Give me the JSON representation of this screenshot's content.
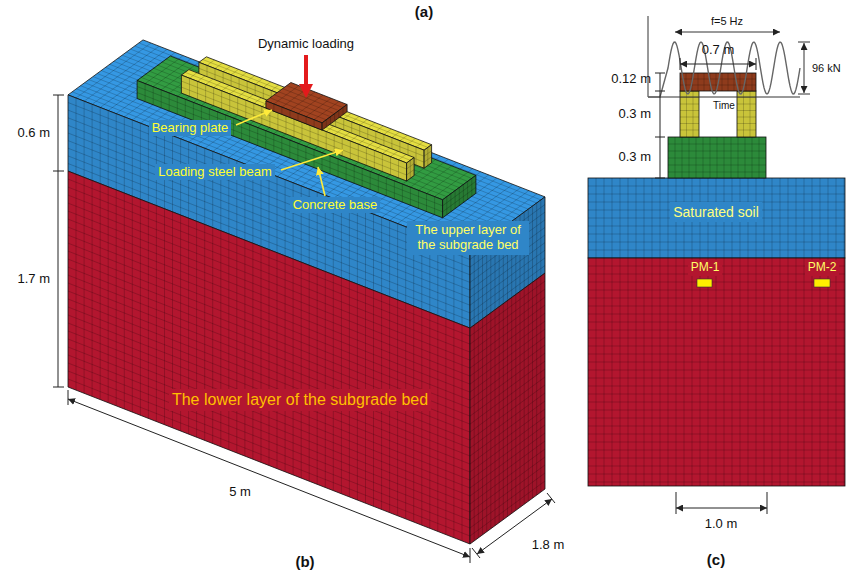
{
  "diagram": {
    "nodes": [
      {
        "text": [
          "The upper layer of the subgrade bed"
        ]
      },
      {
        "text": [
          "The lower layer of the subgrade bed"
        ]
      },
      {
        "text": [
          "Saturated soil"
        ]
      }
    ],
    "labels": [
      "(a)",
      "f=5 Hz",
      "96 kN",
      "Time",
      "Dynamic loading",
      "Bearing plate",
      "Loading steel beam",
      "Concrete base",
      "0.6 m",
      "1.7 m",
      "5 m",
      "1.8 m",
      "(b)",
      "0.7 m",
      "0.12 m",
      "0.3 m",
      "0.3 m",
      "PM-1",
      "PM-2",
      "1.0 m",
      "(c)"
    ]
  }
}
